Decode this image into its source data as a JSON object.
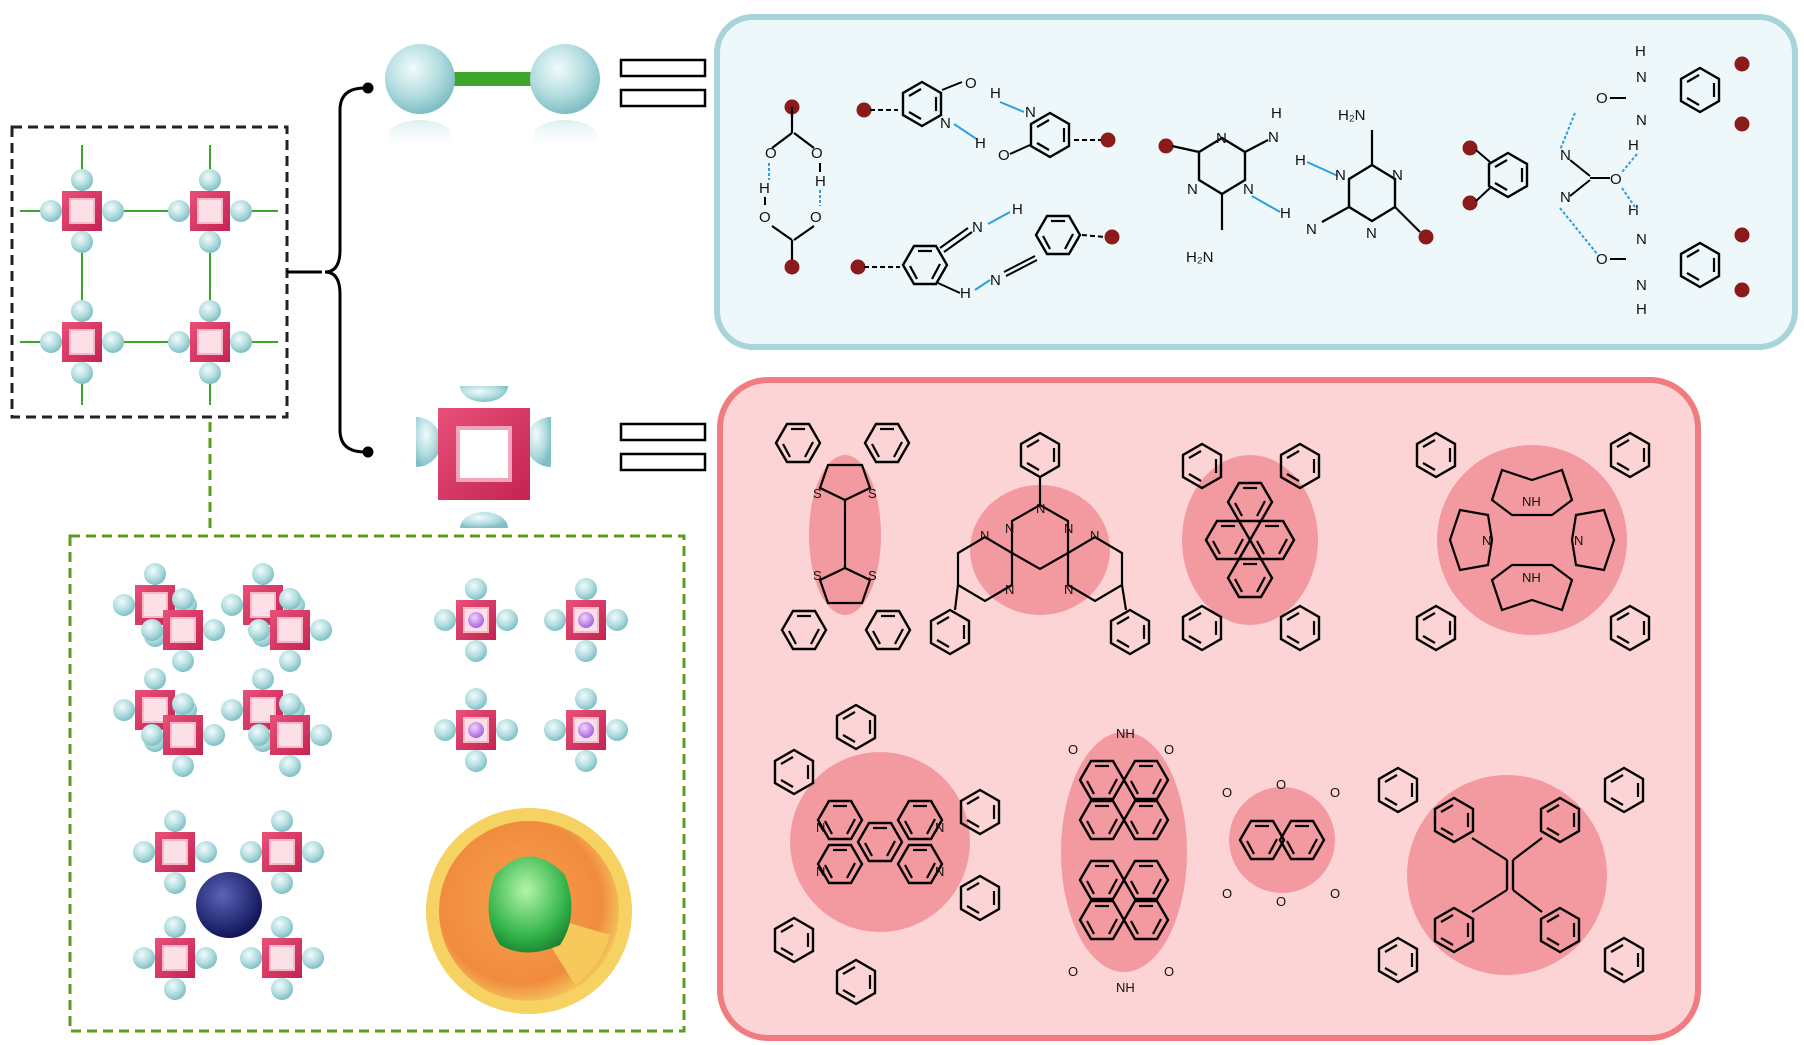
{
  "colors": {
    "node_pink": "#d6305a",
    "node_pink_light": "#f7c7d2",
    "sphere_teal": "#b3dde0",
    "linker_green": "#3ea52b",
    "hbond_blue": "#2a9fe0",
    "box_blue_fill": "#eef7fa",
    "box_blue_border": "#a8d5d9",
    "box_red_fill": "#fdd4d6",
    "box_red_border": "#f07b80",
    "core_highlight": "#f39aa0",
    "end_dot": "#8b1a1a",
    "green_dash": "#5a9e1f"
  },
  "labels": {
    "atom_O": "O",
    "atom_N": "N",
    "atom_H": "H",
    "group_NH": "NH",
    "group_NH2": "H₂N",
    "group_NH2b": "NH₂",
    "atom_S": "S"
  },
  "icons": {
    "equivalence": "identical-to-symbol",
    "bracket": "curly-brace"
  }
}
